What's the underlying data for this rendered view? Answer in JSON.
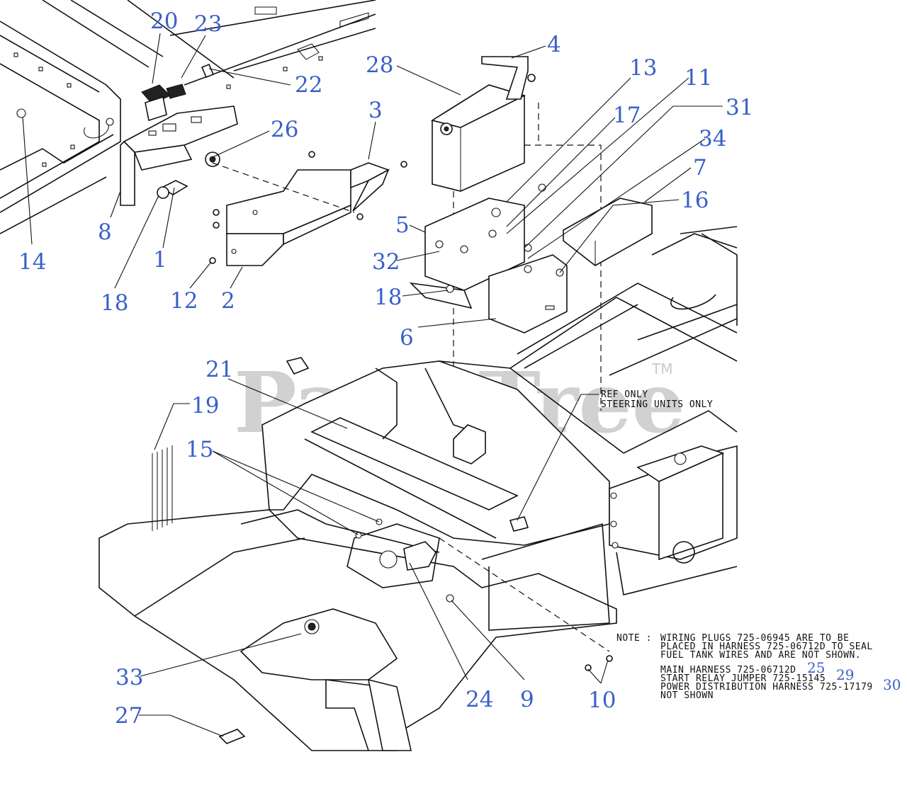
{
  "watermark": {
    "text": "PartsTree",
    "trademark": "TM"
  },
  "ref_note": {
    "line1": "REF ONLY",
    "line2": "STEERING UNITS ONLY"
  },
  "note": {
    "label": "NOTE :",
    "line1": "WIRING PLUGS 725-06945 ARE TO BE",
    "line2": "PLACED IN HARNESS 725-06712D TO SEAL",
    "line3": "FUEL TANK WIRES AND ARE NOT SHOWN.",
    "line4": "MAIN HARNESS 725-06712D",
    "line5": "START RELAY JUMPER 725-15145",
    "line6": "POWER DISTRIBUTION HARNESS 725-17179",
    "line7": "NOT SHOWN",
    "callout_25": "25",
    "callout_29": "29",
    "callout_30": "30"
  },
  "callouts": {
    "c1": "1",
    "c2": "2",
    "c3": "3",
    "c4": "4",
    "c5": "5",
    "c6": "6",
    "c7": "7",
    "c8": "8",
    "c9": "9",
    "c10": "10",
    "c11": "11",
    "c12": "12",
    "c13": "13",
    "c14": "14",
    "c15": "15",
    "c16": "16",
    "c17": "17",
    "c18a": "18",
    "c18b": "18",
    "c19": "19",
    "c20": "20",
    "c21": "21",
    "c22": "22",
    "c23": "23",
    "c24": "24",
    "c26": "26",
    "c27": "27",
    "c28": "28",
    "c31": "31",
    "c32": "32",
    "c33": "33",
    "c34": "34"
  },
  "colors": {
    "callout": "#3a5fc8",
    "linework": "#111111",
    "watermark": "#c9c9c9"
  }
}
